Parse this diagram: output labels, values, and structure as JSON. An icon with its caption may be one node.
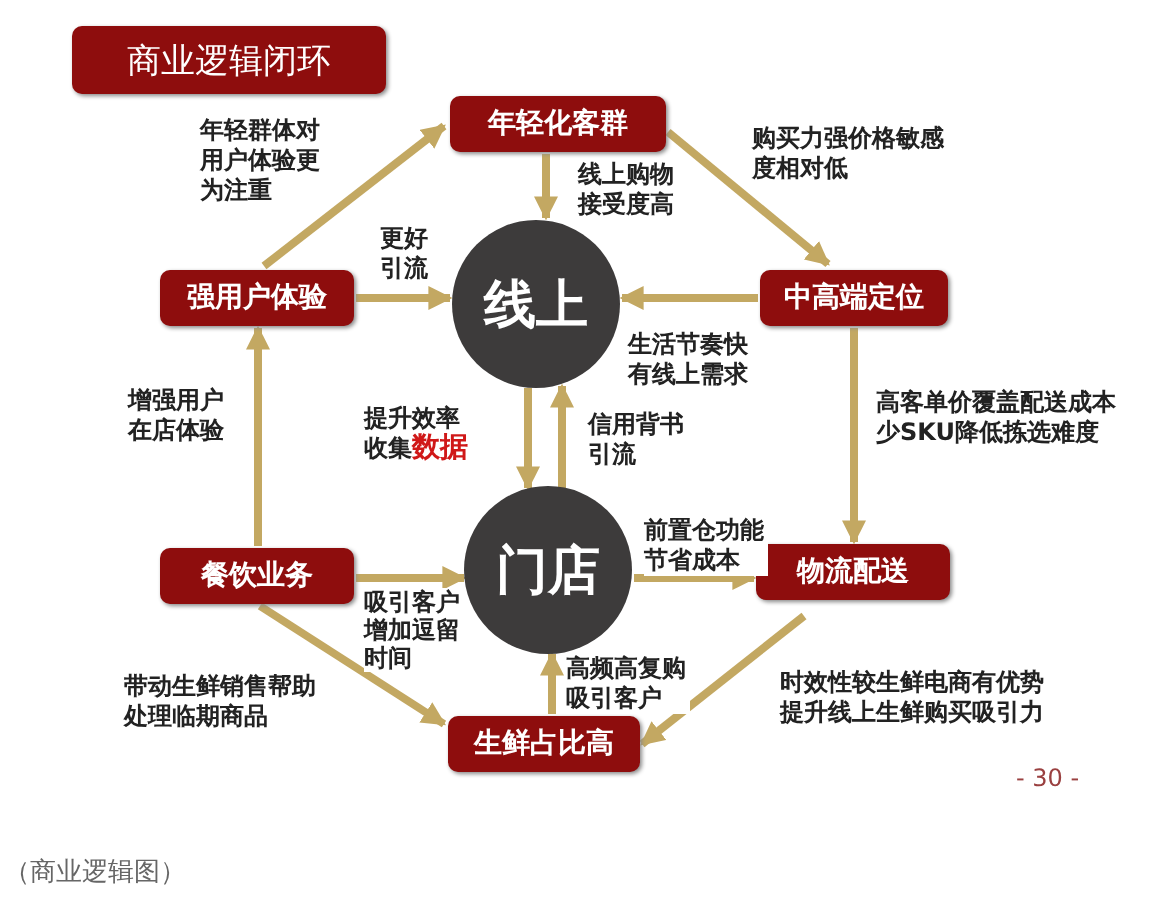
{
  "diagram": {
    "title": "商业逻辑闭环",
    "caption": "（商业逻辑图）",
    "nodes": [
      {
        "text": [
          "年轻化客群"
        ]
      },
      {
        "text": [
          "中高端定位"
        ]
      },
      {
        "text": [
          "物流配送"
        ]
      },
      {
        "text": [
          "生鲜占比高"
        ]
      },
      {
        "text": [
          "餐饮业务"
        ]
      },
      {
        "text": [
          "强用户体验"
        ]
      },
      {
        "text": [
          "线上"
        ]
      },
      {
        "text": [
          "门店"
        ]
      }
    ],
    "edges": [
      {
        "from": 5,
        "to": 0,
        "arrow": "to",
        "label": "年轻群体对用户体验更为注重"
      },
      {
        "from": 0,
        "to": 1,
        "arrow": "to",
        "label": "购买力强价格敏感度相对低"
      },
      {
        "from": 0,
        "to": 6,
        "arrow": "to",
        "label": "线上购物接受度高"
      },
      {
        "from": 5,
        "to": 6,
        "arrow": "to",
        "label": "更好引流"
      },
      {
        "from": 1,
        "to": 6,
        "arrow": "to",
        "label": "生活节奏快有线上需求"
      },
      {
        "from": 1,
        "to": 2,
        "arrow": "to",
        "label": "高客单价覆盖配送成本少SKU降低拣选难度"
      },
      {
        "from": 4,
        "to": 5,
        "arrow": "to",
        "label": "增强用户在店体验"
      },
      {
        "from": 6,
        "to": 7,
        "arrow": "to",
        "label": "提升效率收集**数据**"
      },
      {
        "from": 7,
        "to": 6,
        "arrow": "to",
        "label": "信用背书引流"
      },
      {
        "from": 4,
        "to": 7,
        "arrow": "to",
        "label": "吸引客户增加逗留时间"
      },
      {
        "from": 7,
        "to": 2,
        "arrow": "to",
        "label": "前置仓功能节省成本"
      },
      {
        "from": 4,
        "to": 3,
        "arrow": "to",
        "label": "带动生鲜销售帮助处理临期商品"
      },
      {
        "from": 2,
        "to": 3,
        "arrow": "to",
        "label": "时效性较生鲜电商有优势提升线上生鲜购买吸引力"
      },
      {
        "from": 3,
        "to": 7,
        "arrow": "to",
        "label": "高频高复购吸引客户"
      }
    ],
    "labels": [
      "- 30 -"
    ]
  }
}
